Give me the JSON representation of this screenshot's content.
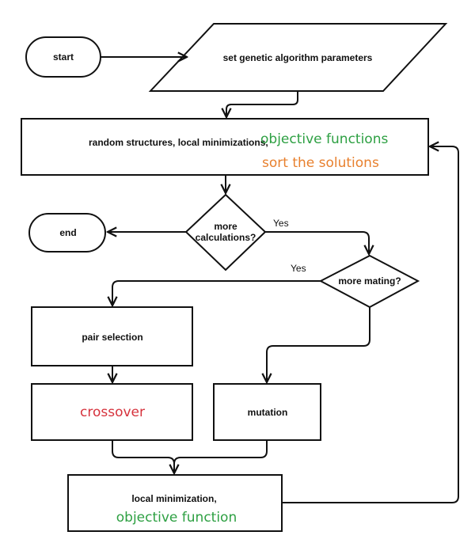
{
  "nodes": {
    "start": "start",
    "set_params": "set genetic algorithm parameters",
    "random_structures": "random structures, local minimizations,",
    "objective_functions": "objective functions",
    "sort_solutions": "sort the solutions",
    "end": "end",
    "more_calculations_line1": "more",
    "more_calculations_line2": "calculations?",
    "more_mating": "more mating?",
    "pair_selection": "pair selection",
    "crossover": "crossover",
    "mutation": "mutation",
    "local_minimization": "local minimization,",
    "objective_function": "objective function"
  },
  "edges": {
    "yes_calculations": "Yes",
    "yes_mating": "Yes"
  },
  "colors": {
    "green": "#2ea043",
    "orange": "#e8802e",
    "red": "#d6323c"
  }
}
